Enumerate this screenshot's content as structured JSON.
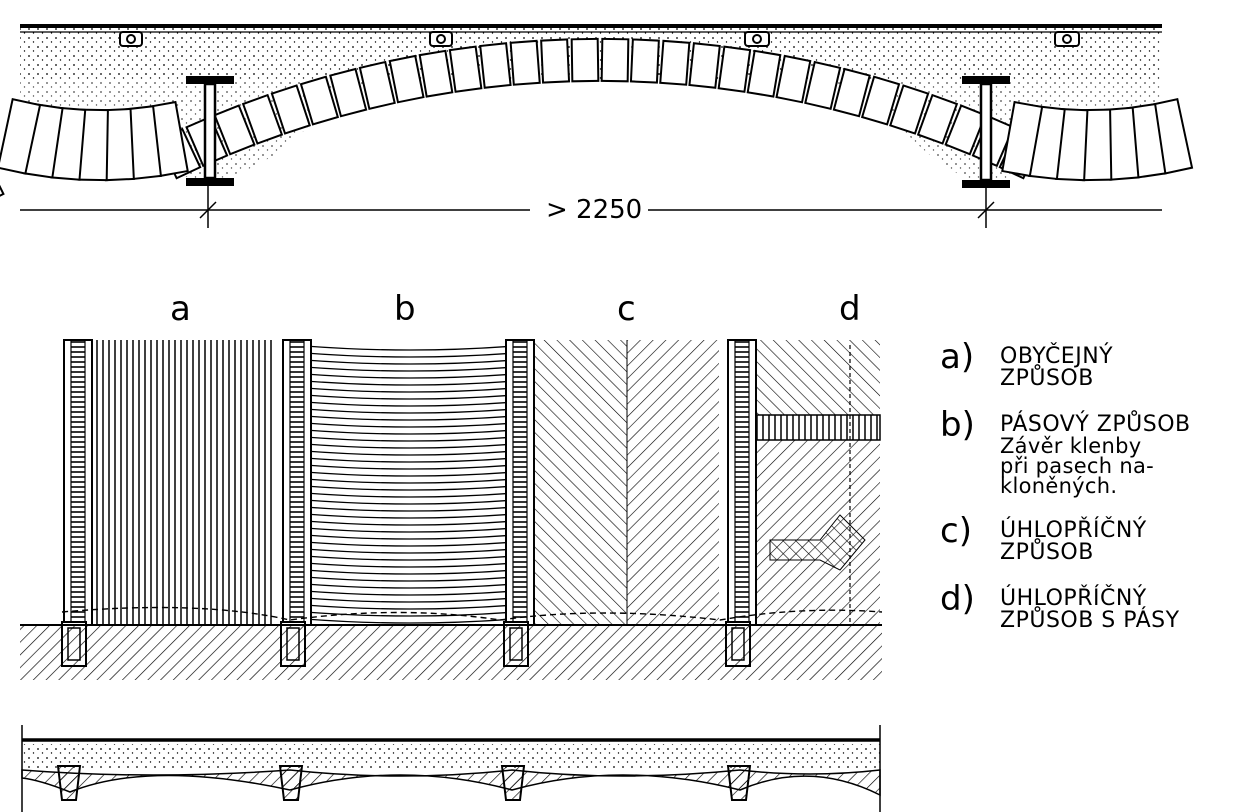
{
  "dimension": "> 2250",
  "columns": [
    "a",
    "b",
    "c",
    "d"
  ],
  "legend": [
    {
      "letter": "a)",
      "lines": [
        "OBYČEJNÝ",
        "ZPŮSOB"
      ]
    },
    {
      "letter": "b)",
      "lines": [
        "PÁSOVÝ ZPŮSOB"
      ],
      "note": [
        "Závěr klenby",
        "při pasech na-",
        "kloněných."
      ]
    },
    {
      "letter": "c)",
      "lines": [
        "ÚHLOPŘÍČNÝ",
        "ZPŮSOB"
      ]
    },
    {
      "letter": "d)",
      "lines": [
        "ÚHLOPŘÍČNÝ",
        "ZPŮSOB S PÁSY"
      ]
    }
  ]
}
